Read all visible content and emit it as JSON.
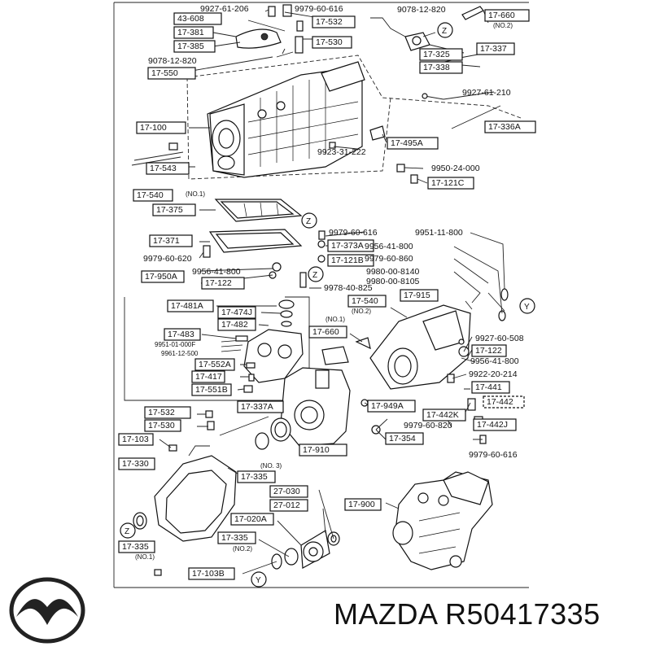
{
  "diagram": {
    "callouts": [
      "9927-61-206",
      "9979-60-616",
      "43-608",
      "17-532",
      "17-381",
      "17-530",
      "17-385",
      "9078-12-820",
      "17-550",
      "9078-12-820",
      "17-660",
      "(NO.2)",
      "17-325",
      "17-338",
      "17-337",
      "9927-61-210",
      "17-336A",
      "17-100",
      "17-495A",
      "9923-31-222",
      "9950-24-000",
      "17-121C",
      "17-543",
      "17-540",
      "(NO.1)",
      "17-375",
      "17-371",
      "9979-60-616",
      "17-373A",
      "9979-60-620",
      "17-121B",
      "9956-41-800",
      "17-122",
      "9978-40-825",
      "9951-11-800",
      "9956-41-800",
      "9979-60-860",
      "9980-00-8140",
      "9980-00-8105",
      "17-950A",
      "17-481A",
      "17-474J",
      "17-482",
      "17-483",
      "9951-01-000F",
      "9961-12-500",
      "17-552A",
      "17-417",
      "17-551B",
      "17-540",
      "(NO.2)",
      "17-915",
      "(NO.1)",
      "17-660",
      "9927-60-508",
      "17-122",
      "9956-41-800",
      "9922-20-214",
      "17-441",
      "17-442",
      "17-532",
      "17-337A",
      "17-530",
      "17-949A",
      "17-442K",
      "17-442J",
      "9979-60-820",
      "17-354",
      "17-910",
      "9979-60-616",
      "17-103",
      "17-330",
      "(NO. 3)",
      "17-335",
      "27-030",
      "27-012",
      "17-900",
      "17-020A",
      "17-335",
      "(NO.2)",
      "17-335",
      "(NO.1)",
      "17-103B"
    ],
    "markers": [
      "Z",
      "Z",
      "Z",
      "Y",
      "Z",
      "Y"
    ]
  },
  "footer": {
    "brand": "MAZDA",
    "part_number": "R50417335",
    "logo_icon": "mazda-logo-icon"
  }
}
